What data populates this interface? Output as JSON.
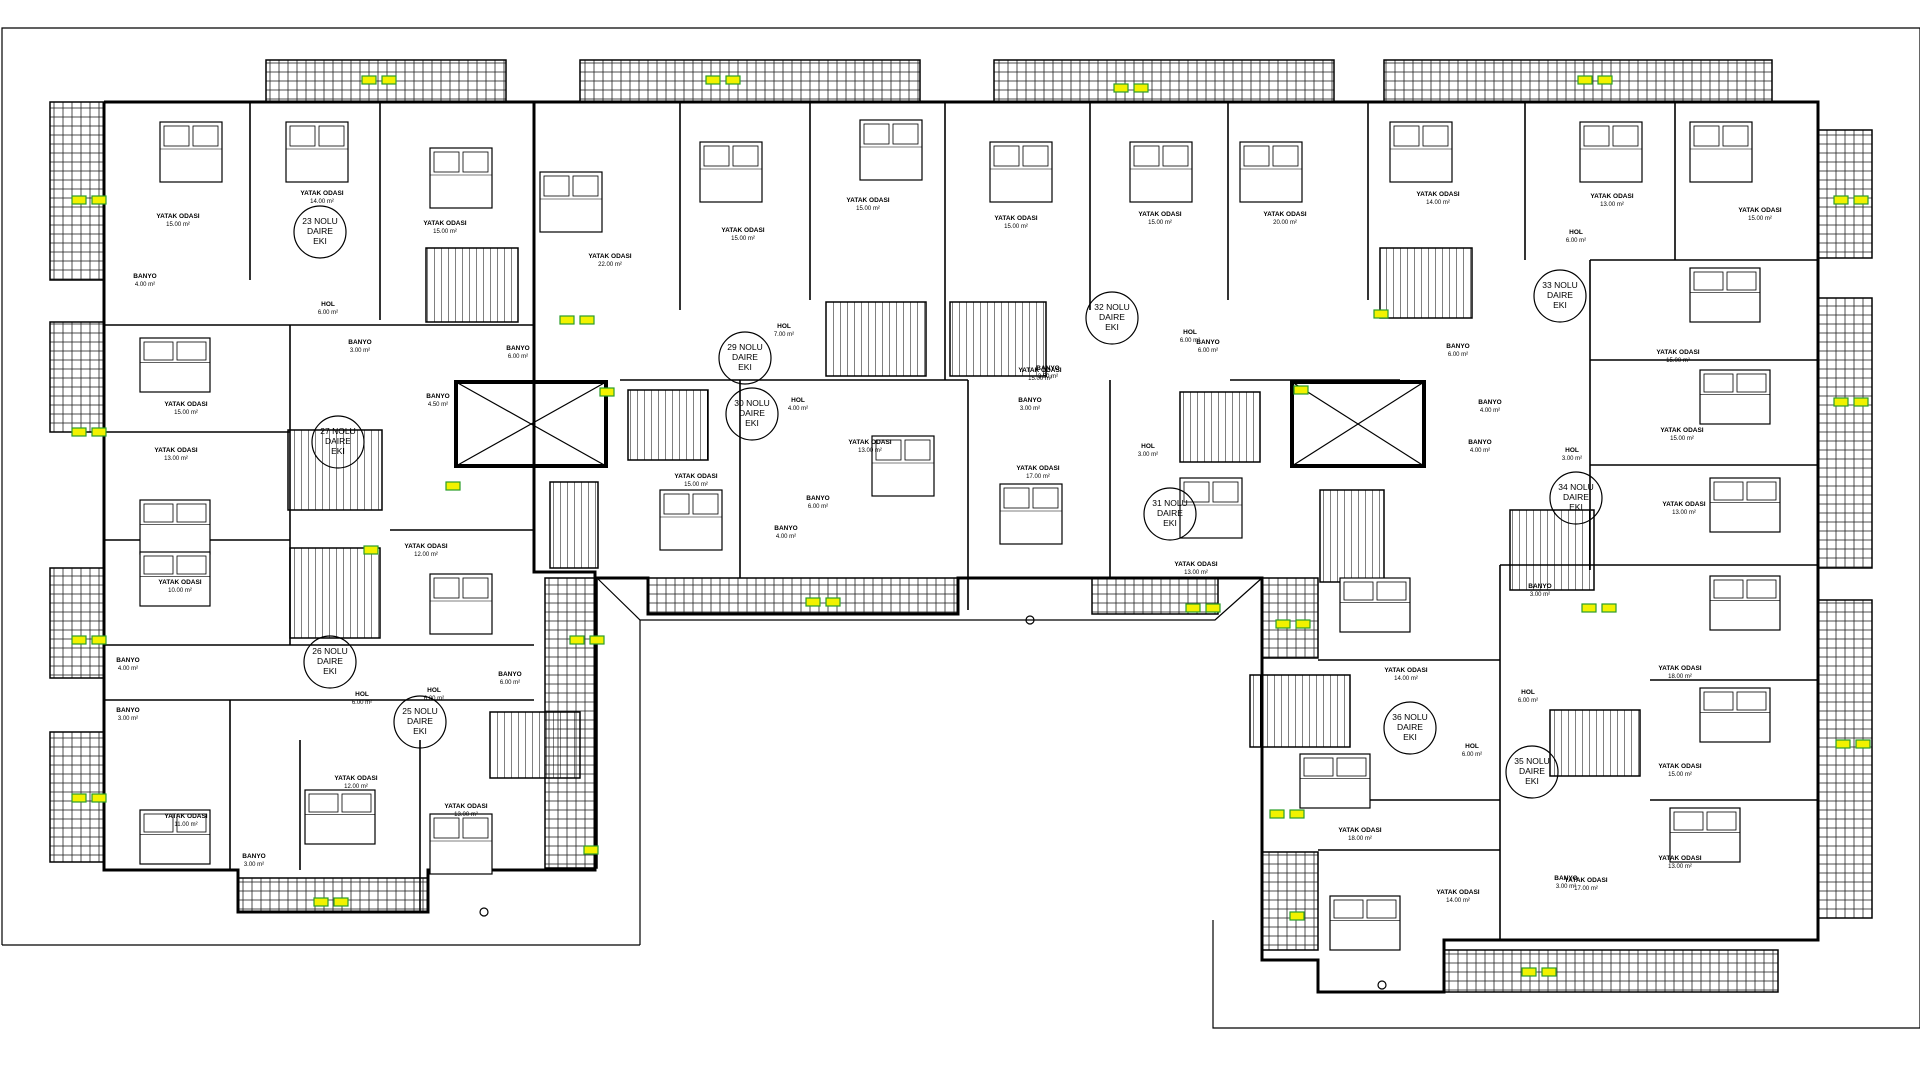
{
  "plan": {
    "colors": {
      "line": "#000000",
      "marker_fill": "#f2f200",
      "marker_stroke": "#2a9d2a",
      "background": "#ffffff"
    },
    "apartments": [
      {
        "id": "d23",
        "line1": "23 NOLU",
        "line2": "DAIRE",
        "line3": "EKI"
      },
      {
        "id": "d27",
        "line1": "27 NOLU",
        "line2": "DAIRE",
        "line3": "EKI"
      },
      {
        "id": "d26",
        "line1": "26 NOLU",
        "line2": "DAIRE",
        "line3": "EKI"
      },
      {
        "id": "d25",
        "line1": "25 NOLU",
        "line2": "DAIRE",
        "line3": "EKI"
      },
      {
        "id": "d29",
        "line1": "29 NOLU",
        "line2": "DAIRE",
        "line3": "EKI"
      },
      {
        "id": "d30",
        "line1": "30 NOLU",
        "line2": "DAIRE",
        "line3": "EKI"
      },
      {
        "id": "d32",
        "line1": "32 NOLU",
        "line2": "DAIRE",
        "line3": "EKI"
      },
      {
        "id": "d31",
        "line1": "31 NOLU",
        "line2": "DAIRE",
        "line3": "EKI"
      },
      {
        "id": "d33",
        "line1": "33 NOLU",
        "line2": "DAIRE",
        "line3": "EKI"
      },
      {
        "id": "d34",
        "line1": "34 NOLU",
        "line2": "DAIRE",
        "line3": "EKI"
      },
      {
        "id": "d36",
        "line1": "36 NOLU",
        "line2": "DAIRE",
        "line3": "EKI"
      },
      {
        "id": "d35",
        "line1": "35 NOLU",
        "line2": "DAIRE",
        "line3": "EKI"
      }
    ],
    "rooms": [
      {
        "name": "YATAK ODASI",
        "area": "15.00 m²"
      },
      {
        "name": "YATAK ODASI",
        "area": "14.00 m²"
      },
      {
        "name": "YATAK ODASI",
        "area": "15.00 m²"
      },
      {
        "name": "YATAK ODASI",
        "area": "22.00 m²"
      },
      {
        "name": "YATAK ODASI",
        "area": "15.00 m²"
      },
      {
        "name": "YATAK ODASI",
        "area": "15.00 m²"
      },
      {
        "name": "YATAK ODASI",
        "area": "15.00 m²"
      },
      {
        "name": "YATAK ODASI",
        "area": "15.00 m²"
      },
      {
        "name": "YATAK ODASI",
        "area": "20.00 m²"
      },
      {
        "name": "YATAK ODASI",
        "area": "14.00 m²"
      },
      {
        "name": "YATAK ODASI",
        "area": "13.00 m²"
      },
      {
        "name": "YATAK ODASI",
        "area": "15.00 m²"
      },
      {
        "name": "YATAK ODASI",
        "area": "15.00 m²"
      },
      {
        "name": "YATAK ODASI",
        "area": "13.00 m²"
      },
      {
        "name": "YATAK ODASI",
        "area": "15.00 m²"
      },
      {
        "name": "YATAK ODASI",
        "area": "15.00 m²"
      },
      {
        "name": "YATAK ODASI",
        "area": "13.00 m²"
      },
      {
        "name": "YATAK ODASI",
        "area": "18.00 m²"
      },
      {
        "name": "YATAK ODASI",
        "area": "15.00 m²"
      },
      {
        "name": "YATAK ODASI",
        "area": "13.00 m²"
      },
      {
        "name": "YATAK ODASI",
        "area": "17.00 m²"
      },
      {
        "name": "YATAK ODASI",
        "area": "14.00 m²"
      },
      {
        "name": "YATAK ODASI",
        "area": "18.00 m²"
      },
      {
        "name": "YATAK ODASI",
        "area": "14.00 m²"
      },
      {
        "name": "YATAK ODASI",
        "area": "13.00 m²"
      },
      {
        "name": "YATAK ODASI",
        "area": "15.00 m²"
      },
      {
        "name": "YATAK ODASI",
        "area": "17.00 m²"
      },
      {
        "name": "YATAK ODASI",
        "area": "13.00 m²"
      },
      {
        "name": "YATAK ODASI",
        "area": "12.00 m²"
      },
      {
        "name": "YATAK ODASI",
        "area": "10.00 m²"
      },
      {
        "name": "YATAK ODASI",
        "area": "11.00 m²"
      },
      {
        "name": "YATAK ODASI",
        "area": "12.00 m²"
      },
      {
        "name": "YATAK ODASI",
        "area": "13.00 m²"
      },
      {
        "name": "YATAK ODASI",
        "area": "15.00 m²"
      }
    ],
    "baths": [
      {
        "name": "BANYO",
        "area": "4.00 m²"
      },
      {
        "name": "BANYO",
        "area": "3.00 m²"
      },
      {
        "name": "BANYO",
        "area": "4.50 m²"
      },
      {
        "name": "BANYO",
        "area": "6.00 m²"
      },
      {
        "name": "BANYO",
        "area": "4.00 m²"
      },
      {
        "name": "BANYO",
        "area": "3.00 m²"
      },
      {
        "name": "BANYO",
        "area": "6.00 m²"
      },
      {
        "name": "BANYO",
        "area": "3.00 m²"
      },
      {
        "name": "BANYO",
        "area": "6.00 m²"
      },
      {
        "name": "BANYO",
        "area": "4.00 m²"
      },
      {
        "name": "BANYO",
        "area": "3.00 m²"
      },
      {
        "name": "BANYO",
        "area": "3.50 m²"
      },
      {
        "name": "BANYO",
        "area": "6.00 m²"
      },
      {
        "name": "BANYO",
        "area": "6.00 m²"
      },
      {
        "name": "BANYO",
        "area": "4.00 m²"
      },
      {
        "name": "BANYO",
        "area": "4.00 m²"
      },
      {
        "name": "BANYO",
        "area": "3.00 m²"
      },
      {
        "name": "BANYO",
        "area": "3.00 m²"
      }
    ],
    "halls": [
      {
        "name": "HOL",
        "area": "6.00 m²"
      },
      {
        "name": "HOL",
        "area": "7.00 m²"
      },
      {
        "name": "HOL",
        "area": "4.00 m²"
      },
      {
        "name": "HOL",
        "area": "6.00 m²"
      },
      {
        "name": "HOL",
        "area": "3.00 m²"
      },
      {
        "name": "HOL",
        "area": "6.00 m²"
      },
      {
        "name": "HOL",
        "area": "6.00 m²"
      },
      {
        "name": "HOL",
        "area": "6.00 m²"
      },
      {
        "name": "HOL",
        "area": "3.00 m²"
      },
      {
        "name": "HOL",
        "area": "6.00 m²"
      },
      {
        "name": "HOL",
        "area": "6.00 m²"
      }
    ]
  }
}
